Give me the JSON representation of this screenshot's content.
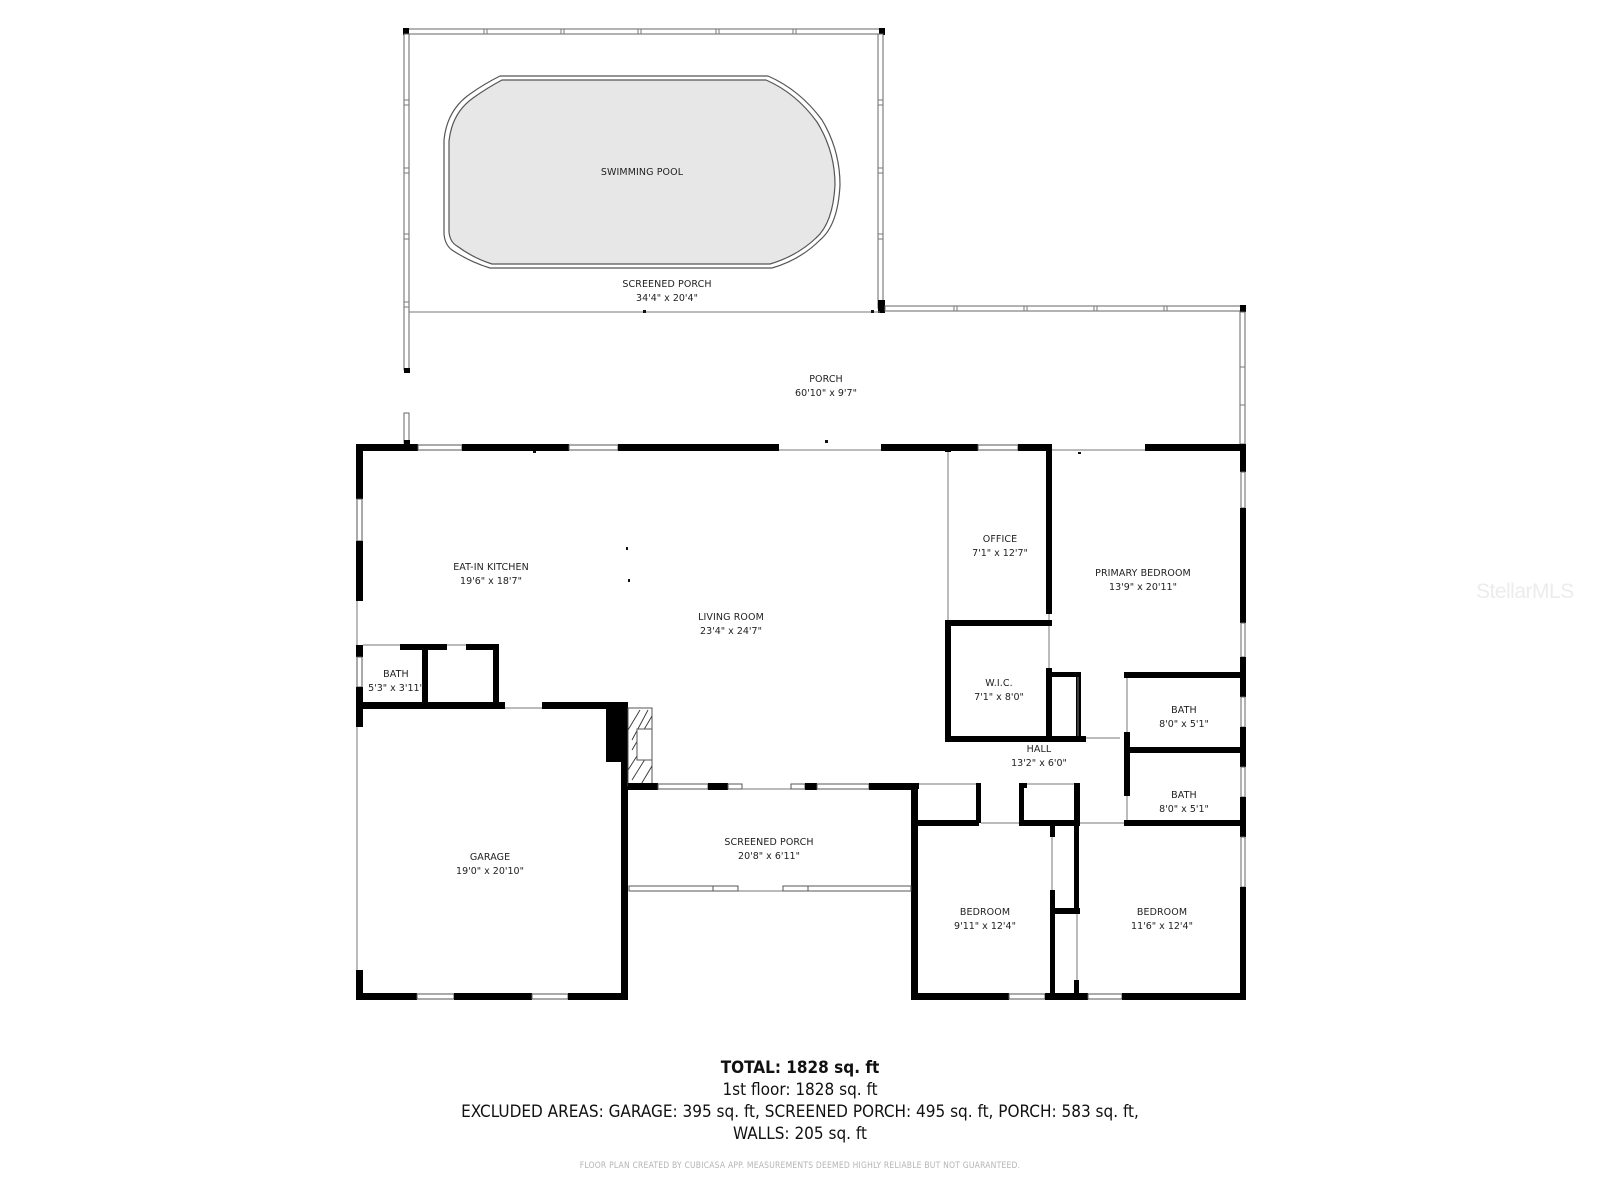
{
  "plan": {
    "rooms": {
      "swimming_pool": {
        "name": "SWIMMING POOL",
        "dims": ""
      },
      "screened_porch_top": {
        "name": "SCREENED PORCH",
        "dims": "34'4\" x 20'4\""
      },
      "porch": {
        "name": "PORCH",
        "dims": "60'10\" x 9'7\""
      },
      "eat_in_kitchen": {
        "name": "EAT-IN KITCHEN",
        "dims": "19'6\" x 18'7\""
      },
      "living_room": {
        "name": "LIVING ROOM",
        "dims": "23'4\" x 24'7\""
      },
      "office": {
        "name": "OFFICE",
        "dims": "7'1\" x 12'7\""
      },
      "primary_bedroom": {
        "name": "PRIMARY BEDROOM",
        "dims": "13'9\" x 20'11\""
      },
      "wic": {
        "name": "W.I.C.",
        "dims": "7'1\" x 8'0\""
      },
      "bath_small": {
        "name": "BATH",
        "dims": "5'3\" x 3'11\""
      },
      "bath_upper": {
        "name": "BATH",
        "dims": "8'0\" x 5'1\""
      },
      "bath_lower": {
        "name": "BATH",
        "dims": "8'0\" x 5'1\""
      },
      "hall": {
        "name": "HALL",
        "dims": "13'2\" x 6'0\""
      },
      "garage": {
        "name": "GARAGE",
        "dims": "19'0\" x 20'10\""
      },
      "screened_porch_bottom": {
        "name": "SCREENED PORCH",
        "dims": "20'8\" x 6'11\""
      },
      "bedroom_left": {
        "name": "BEDROOM",
        "dims": "9'11\" x 12'4\""
      },
      "bedroom_right": {
        "name": "BEDROOM",
        "dims": "11'6\" x 12'4\""
      }
    }
  },
  "summary": {
    "total": "TOTAL: 1828 sq. ft",
    "first_floor": "1st floor: 1828 sq. ft",
    "excluded": "EXCLUDED AREAS: GARAGE: 395 sq. ft, SCREENED PORCH: 495 sq. ft, PORCH: 583 sq. ft,",
    "walls": "WALLS: 205 sq. ft",
    "disclaimer": "FLOOR PLAN CREATED BY CUBICASA APP. MEASUREMENTS DEEMED HIGHLY RELIABLE BUT NOT GUARANTEED."
  },
  "watermark": "StellarMLS"
}
